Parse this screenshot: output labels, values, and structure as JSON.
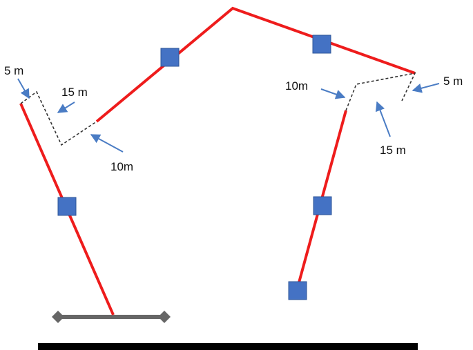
{
  "labels": {
    "left_gap_5": "5 m",
    "left_gap_15": "15 m",
    "left_gap_10": "10m",
    "right_gap_10": "10m",
    "right_gap_5": "5 m",
    "right_gap_15": "15 m"
  },
  "colors": {
    "path": "#ee1c1c",
    "gap": "#333333",
    "node": "#4472c4",
    "arrow": "#4a7cc4",
    "base": "#666666",
    "ground": "#000000"
  }
}
